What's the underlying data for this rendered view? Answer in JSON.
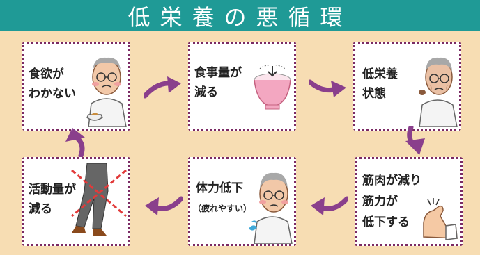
{
  "title": "低栄養の悪循環",
  "colors": {
    "title_bg": "#1f9a96",
    "background": "#f7ddb3",
    "card_border": "#7b2a64",
    "arrow": "#8a3f8c"
  },
  "cards": [
    {
      "label": "食欲が\nわかない",
      "icon": "elderly-man-no-appetite"
    },
    {
      "label": "食事量が\n減る",
      "icon": "rice-bowl"
    },
    {
      "label": "低栄養\n状態",
      "icon": "elderly-man-weak"
    },
    {
      "label": "筋肉が減り\n筋力が\n低下する",
      "icon": "weak-arm"
    },
    {
      "label": "体力低下",
      "sublabel": "（疲れやすい）",
      "icon": "elderly-man-tired"
    },
    {
      "label": "活動量が\n減る",
      "icon": "legs-crossed-out"
    }
  ]
}
